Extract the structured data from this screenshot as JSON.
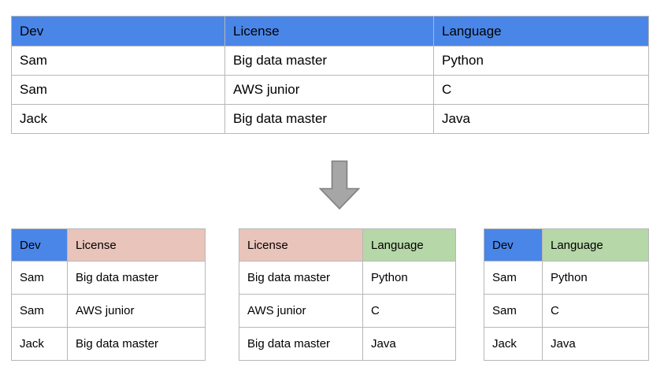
{
  "colors": {
    "header_blue": "#4a86e8",
    "header_pink": "#e9c4bb",
    "header_green": "#b6d7a8",
    "border": "#b7b7b7",
    "arrow_fill": "#a6a6a6",
    "arrow_stroke": "#7f7f7f",
    "text": "#000000",
    "background": "#ffffff"
  },
  "source_table": {
    "headers": [
      "Dev",
      "License",
      "Language"
    ],
    "rows": [
      [
        "Sam",
        "Big data master",
        "Python"
      ],
      [
        "Sam",
        "AWS junior",
        "C"
      ],
      [
        "Jack",
        "Big data master",
        "Java"
      ]
    ]
  },
  "arrow": {
    "icon": "arrow-down-icon",
    "direction": "down"
  },
  "decomposed_tables": [
    {
      "headers": [
        "Dev",
        "License"
      ],
      "header_styles": [
        "hdr-blue",
        "hdr-pink"
      ],
      "rows": [
        [
          "Sam",
          "Big data master"
        ],
        [
          "Sam",
          "AWS junior"
        ],
        [
          "Jack",
          "Big data master"
        ]
      ]
    },
    {
      "headers": [
        "License",
        "Language"
      ],
      "header_styles": [
        "hdr-pink",
        "hdr-green"
      ],
      "rows": [
        [
          "Big data master",
          "Python"
        ],
        [
          "AWS junior",
          "C"
        ],
        [
          "Big data master",
          "Java"
        ]
      ]
    },
    {
      "headers": [
        "Dev",
        "Language"
      ],
      "header_styles": [
        "hdr-blue",
        "hdr-green"
      ],
      "rows": [
        [
          "Sam",
          "Python"
        ],
        [
          "Sam",
          "C"
        ],
        [
          "Jack",
          "Java"
        ]
      ]
    }
  ]
}
